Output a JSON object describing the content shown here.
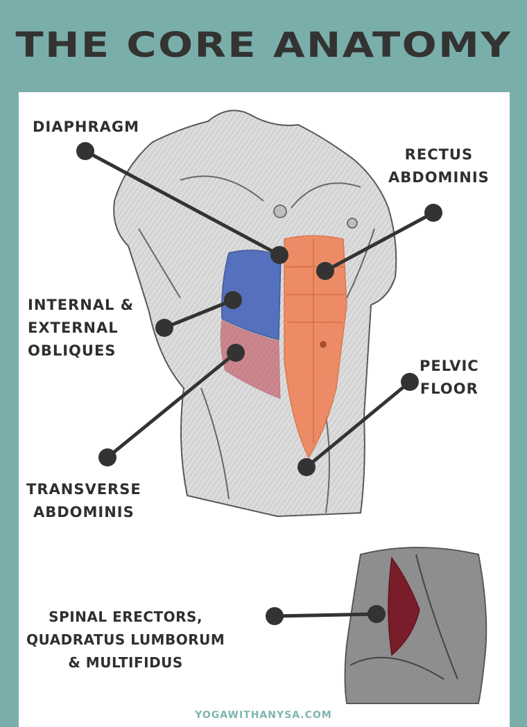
{
  "title": "THE CORE ANATOMY",
  "labels": {
    "diaphragm": "DIAPHRAGM",
    "rectus": [
      "RECTUS",
      "ABDOMINIS"
    ],
    "obliques": [
      "INTERNAL &",
      "EXTERNAL",
      "OBLIQUES"
    ],
    "pelvic": [
      "PELVIC",
      "FLOOR"
    ],
    "transverse": [
      "TRANSVERSE",
      "ABDOMINIS"
    ],
    "spinal": [
      "SPINAL ERECTORS,",
      "QUADRATUS LUMBORUM",
      "& MULTIFIDUS"
    ]
  },
  "footer": "YOGAWITHANYSA.COM",
  "colors": {
    "background": "#7aaeab",
    "rectus": "#f07f52",
    "obliques": "#3f5fb8",
    "transverse": "#c0404f",
    "spinal": "#7a1d2a",
    "pointer": "#333333"
  }
}
